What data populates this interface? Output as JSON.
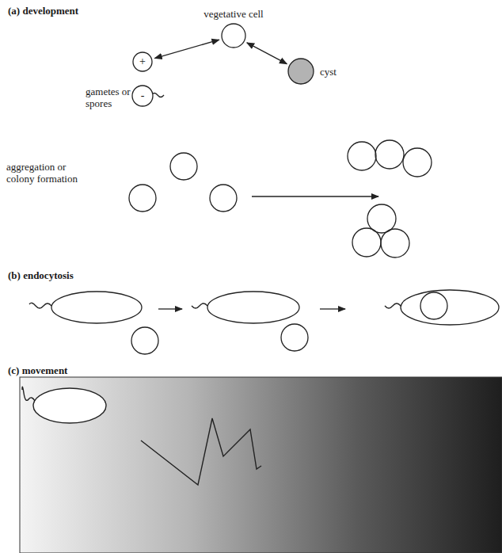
{
  "diagram": {
    "nodes": [
      {
        "text": [
          "vegetative cell"
        ]
      },
      {
        "text": [
          "+"
        ]
      },
      {
        "text": [
          "-"
        ]
      },
      {
        "text": [
          "cyst"
        ]
      }
    ],
    "edges": [
      {
        "from": 1,
        "to": 0,
        "arrow": "both"
      },
      {
        "from": 0,
        "to": 3,
        "arrow": "both"
      }
    ],
    "labels": [
      "(a) development",
      "gametes or spores",
      "aggregation or colony formation",
      "(b) endocytosis",
      "(c) movement"
    ]
  }
}
